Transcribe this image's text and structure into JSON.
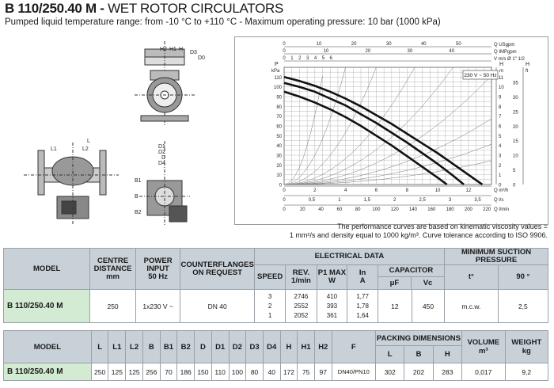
{
  "header": {
    "model": "B 110/250.40 M",
    "dash": " - ",
    "category": "WET ROTOR CIRCULATORS",
    "subtitle": "Pumped liquid temperature range: from -10 °C to +110 °C - Maximum operating pressure: 10 bar (1000 kPa)"
  },
  "drawing_labels": {
    "h2": "H2",
    "h1": "H1",
    "h": "H",
    "d3": "D3",
    "d0": "D0",
    "d1": "D1",
    "d2": "D2",
    "d": "D",
    "d4": "D4",
    "l": "L",
    "l1": "L1",
    "l2": "L2",
    "b": "B",
    "b1": "B1",
    "b2": "B2"
  },
  "chart_data": {
    "type": "line",
    "voltage_label": "230 V ~ 50 Hz",
    "left_axis": {
      "unit1": "P",
      "unit2": "kPa",
      "ticks": [
        0,
        10,
        20,
        30,
        40,
        50,
        60,
        70,
        80,
        90,
        100,
        110
      ]
    },
    "right_axis1": {
      "unit1": "H",
      "unit2": "m",
      "ticks": [
        0,
        1,
        2,
        3,
        4,
        5,
        6,
        7,
        8,
        9,
        10,
        11
      ]
    },
    "right_axis2": {
      "unit1": "H",
      "unit2": "ft",
      "ticks": [
        0,
        5,
        10,
        15,
        20,
        25,
        30,
        35
      ]
    },
    "top_axes": [
      {
        "label": "Q USgpm",
        "ticks": [
          "0",
          "10",
          "20",
          "30",
          "40",
          "50"
        ]
      },
      {
        "label": "Q IMPgpm",
        "ticks": [
          "0",
          "10",
          "20",
          "30",
          "40"
        ]
      },
      {
        "label": "V m/s Ø 1\" 1/2",
        "ticks": [
          "0",
          "1",
          "2",
          "3",
          "4",
          "5",
          "6"
        ]
      }
    ],
    "bottom_axes": [
      {
        "label": "Q m³/h",
        "ticks": [
          "0",
          "2",
          "4",
          "6",
          "8",
          "10",
          "12"
        ]
      },
      {
        "label": "Q l/s",
        "ticks": [
          "0",
          "0,5",
          "1",
          "1,5",
          "2",
          "2,5",
          "3",
          "3,5"
        ]
      },
      {
        "label": "Q l/min",
        "ticks": [
          "0",
          "20",
          "40",
          "60",
          "80",
          "100",
          "120",
          "140",
          "160",
          "180",
          "200",
          "220"
        ]
      }
    ],
    "xlim_m3h": [
      0,
      13.5
    ],
    "ylim_kpa": [
      0,
      120
    ],
    "series": [
      {
        "speed": 3,
        "x": [
          0,
          1,
          2,
          3,
          4,
          5,
          6,
          7,
          8,
          9,
          10,
          11,
          12,
          12.9
        ],
        "y": [
          110,
          106,
          101,
          95,
          88,
          80,
          71,
          62,
          52,
          42,
          32,
          21,
          10,
          0
        ]
      },
      {
        "speed": 2,
        "x": [
          0,
          1,
          2,
          3,
          4,
          5,
          6,
          7,
          8,
          9,
          10,
          11,
          11.7
        ],
        "y": [
          104,
          100,
          95,
          88,
          81,
          72,
          63,
          53,
          43,
          32,
          21,
          9,
          0
        ]
      },
      {
        "speed": 1,
        "x": [
          0,
          1,
          2,
          3,
          4,
          5,
          6,
          7,
          8,
          9,
          10,
          10.6
        ],
        "y": [
          95,
          90,
          84,
          77,
          69,
          60,
          50,
          40,
          29,
          18,
          7,
          0
        ]
      }
    ]
  },
  "note": {
    "line1": "The performance curves are based on kinematic viscosity values =",
    "line2": "1 mm²/s and density equal to 1000 kg/m³. Curve tolerance according to ISO 9906."
  },
  "table1": {
    "h_model": "MODEL",
    "h_centre1": "CENTRE",
    "h_centre2": "DISTANCE",
    "h_centre3": "mm",
    "h_power1": "POWER INPUT",
    "h_power2": "50 Hz",
    "h_counter1": "COUNTERFLANGES",
    "h_counter2": "ON REQUEST",
    "h_electrical": "ELECTRICAL DATA",
    "h_min_suction": "MINIMUM SUCTION PRESSURE",
    "h_speed": "SPEED",
    "h_rev1": "REV.",
    "h_rev2": "1/min",
    "h_p1_1": "P1 MAX",
    "h_p1_2": "W",
    "h_in1": "In",
    "h_in2": "A",
    "h_capacitor": "CAPACITOR",
    "h_uf": "μF",
    "h_vc": "Vc",
    "h_t": "t°",
    "h_90": "90 °",
    "model": "B 110/250.40 M",
    "centre": "250",
    "power": "1x230 V ~",
    "counter": "DN 40",
    "speeds": [
      "3",
      "2",
      "1"
    ],
    "revs": [
      "2746",
      "2552",
      "2052"
    ],
    "p1": [
      "410",
      "393",
      "361"
    ],
    "in": [
      "1,77",
      "1,78",
      "1,64"
    ],
    "uf": "12",
    "vc": "450",
    "tunit": "m.c.w.",
    "pressure": "2,5"
  },
  "table2": {
    "h_model": "MODEL",
    "cols": [
      "L",
      "L1",
      "L2",
      "B",
      "B1",
      "B2",
      "D",
      "D1",
      "D2",
      "D3",
      "D4",
      "H",
      "H1",
      "H2",
      "F"
    ],
    "h_packing": "PACKING DIMENSIONS",
    "pack_cols": [
      "L",
      "B",
      "H"
    ],
    "h_volume": "VOLUME",
    "h_volume_unit": "m³",
    "h_weight": "WEIGHT",
    "h_weight_unit": "kg",
    "model": "B 110/250.40 M",
    "values": [
      "250",
      "125",
      "125",
      "256",
      "70",
      "186",
      "150",
      "110",
      "100",
      "80",
      "40",
      "172",
      "75",
      "97",
      "DN40/PN10"
    ],
    "pack_values": [
      "302",
      "202",
      "283"
    ],
    "volume": "0,017",
    "weight": "9,2"
  }
}
